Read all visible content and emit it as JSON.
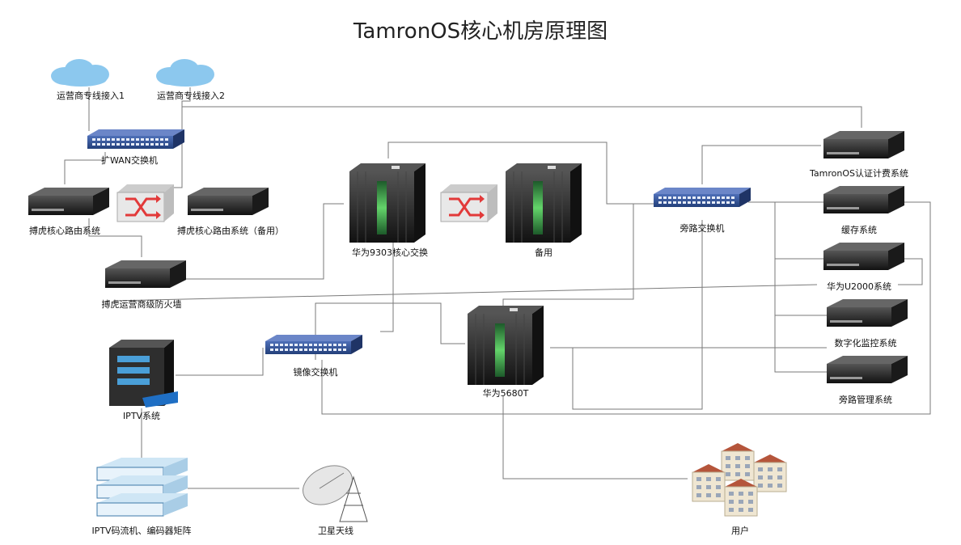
{
  "title": "TamronOS核心机房原理图",
  "nodes": {
    "cloud1": "运营商专线接入1",
    "cloud2": "运营商专线接入2",
    "wan_switch": "扩WAN交换机",
    "core_router": "搏虎核心路由系统",
    "core_router_backup": "搏虎核心路由系统（备用）",
    "firewall": "搏虎运营商级防火墙",
    "core_switch": "华为9303核心交换",
    "core_switch_backup": "备用",
    "bypass_switch": "旁路交换机",
    "auth_billing": "TamronOS认证计费系统",
    "cache": "缓存系统",
    "u2000": "华为U2000系统",
    "monitor": "数字化监控系统",
    "bypass_mgmt": "旁路管理系统",
    "mirror_switch": "镜像交换机",
    "olt": "华为5680T",
    "iptv": "IPTV系统",
    "encoder": "IPTV码流机、编码器矩阵",
    "satellite": "卫星天线",
    "users": "用户"
  },
  "colors": {
    "switch_blue": "#3b5aa0",
    "server_dark": "#2b2b2b",
    "cloud_blue": "#8cc8ee",
    "router_red": "#e23a3a",
    "building_roof": "#b5553b",
    "wire_gray": "#7a7a7a"
  }
}
